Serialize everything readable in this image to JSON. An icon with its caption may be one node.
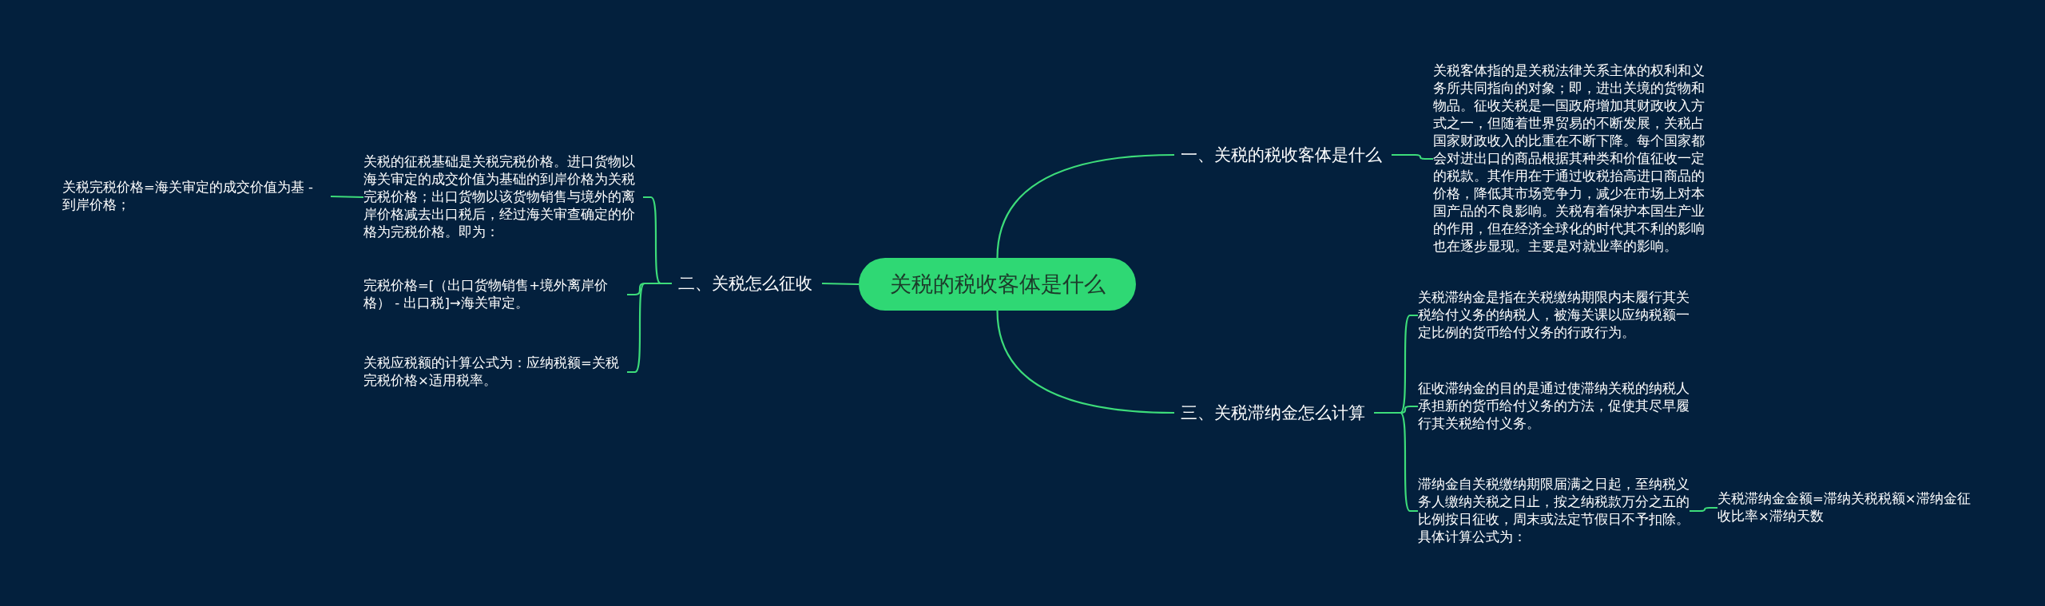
{
  "diagram": {
    "nodes": [
      {
        "text": [
          "关税的税收客体是什么"
        ]
      },
      {
        "text": [
          "一、关税的税收客体是什么"
        ]
      },
      {
        "text": [
          "关税客体指的是关税法律关系主体的权利和义务所共同指向的对象；即，进出关境的货物和物品。征收关税是一国政府增加其财政收入方式之一，但随着世界贸易的不断发展，关税占国家财政收入的比重在不断下降。每个国家都会对进出口的商品根据其种类和价值征收一定的税款。其作用在于通过收税抬高进口商品的价格，降低其市场竞争力，减少在市场上对本国产品的不良影响。关税有着保护本国生产业的作用，但在经济全球化的时代其不利的影响也在逐步显现。主要是对就业率的影响。"
        ]
      },
      {
        "text": [
          "二、关税怎么征收"
        ]
      },
      {
        "text": [
          "关税的征税基础是关税完税价格。进口货物以海关审定的成交价值为基础的到岸价格为关税完税价格；出口货物以该货物销售与境外的离岸价格减去出口税后，经过海关审查确定的价格为完税价格。即为："
        ]
      },
      {
        "text": [
          "关税完税价格=海关审定的成交价值为基 - 到岸价格；"
        ]
      },
      {
        "text": [
          "完税价格=[（出口货物销售+境外离岸价格） - 出口税]→海关审定。"
        ]
      },
      {
        "text": [
          "关税应税额的计算公式为：应纳税额=关税完税价格×适用税率。"
        ]
      },
      {
        "text": [
          "三、关税滞纳金怎么计算"
        ]
      },
      {
        "text": [
          "关税滞纳金是指在关税缴纳期限内未履行其关税给付义务的纳税人，被海关课以应纳税额一定比例的货币给付义务的行政行为。"
        ]
      },
      {
        "text": [
          "征收滞纳金的目的是通过使滞纳关税的纳税人承担新的货币给付义务的方法，促使其尽早履行其关税给付义务。"
        ]
      },
      {
        "text": [
          "滞纳金自关税缴纳期限届满之日起，至纳税义务人缴纳关税之日止，按之纳税款万分之五的比例按日征收，周末或法定节假日不予扣除。具体计算公式为："
        ]
      },
      {
        "text": [
          "关税滞纳金金额=滞纳关税税额×滞纳金征收比率×滞纳天数"
        ]
      }
    ],
    "edges": [
      {
        "from": 0,
        "to": 1,
        "arrow": "none"
      },
      {
        "from": 1,
        "to": 2,
        "arrow": "none"
      },
      {
        "from": 0,
        "to": 3,
        "arrow": "none"
      },
      {
        "from": 3,
        "to": 4,
        "arrow": "none"
      },
      {
        "from": 4,
        "to": 5,
        "arrow": "none"
      },
      {
        "from": 3,
        "to": 6,
        "arrow": "none"
      },
      {
        "from": 3,
        "to": 7,
        "arrow": "none"
      },
      {
        "from": 0,
        "to": 8,
        "arrow": "none"
      },
      {
        "from": 8,
        "to": 9,
        "arrow": "none"
      },
      {
        "from": 8,
        "to": 10,
        "arrow": "none"
      },
      {
        "from": 8,
        "to": 11,
        "arrow": "none"
      },
      {
        "from": 11,
        "to": 12,
        "arrow": "none"
      }
    ]
  }
}
